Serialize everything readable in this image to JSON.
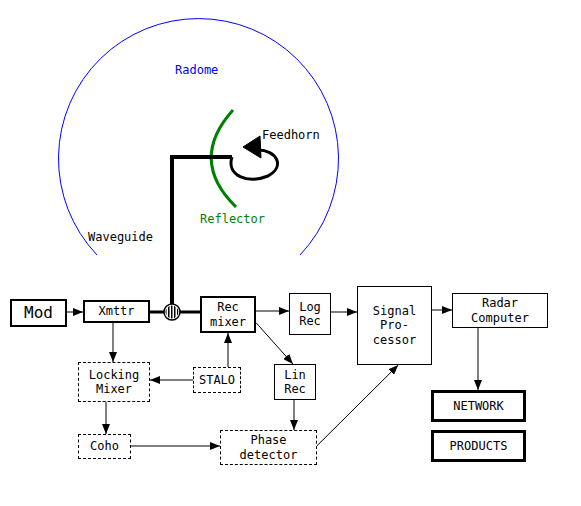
{
  "diagram": {
    "nodes": [
      {
        "text": [
          "Mod"
        ]
      },
      {
        "text": [
          "Xmttr"
        ]
      },
      {
        "text": [
          "Rec mixer"
        ]
      },
      {
        "text": [
          "Log Rec"
        ]
      },
      {
        "text": [
          "Signal Pro- cessor"
        ]
      },
      {
        "text": [
          "Radar Computer"
        ]
      },
      {
        "text": [
          "Locking Mixer"
        ]
      },
      {
        "text": [
          "STALO"
        ]
      },
      {
        "text": [
          "Lin Rec"
        ]
      },
      {
        "text": [
          "Coho"
        ]
      },
      {
        "text": [
          "Phase detector"
        ]
      },
      {
        "text": [
          "NETWORK"
        ]
      },
      {
        "text": [
          "PRODUCTS"
        ]
      }
    ],
    "edges": [
      {
        "from": 0,
        "to": 1,
        "arrow": "to"
      },
      {
        "from": 1,
        "to": 2,
        "arrow": "none"
      },
      {
        "from": 1,
        "to": 6,
        "arrow": "to"
      },
      {
        "from": 7,
        "to": 6,
        "arrow": "to"
      },
      {
        "from": 7,
        "to": 2,
        "arrow": "to"
      },
      {
        "from": 2,
        "to": 3,
        "arrow": "to"
      },
      {
        "from": 2,
        "to": 8,
        "arrow": "to"
      },
      {
        "from": 3,
        "to": 4,
        "arrow": "to"
      },
      {
        "from": 6,
        "to": 9,
        "arrow": "to"
      },
      {
        "from": 9,
        "to": 10,
        "arrow": "to"
      },
      {
        "from": 8,
        "to": 10,
        "arrow": "to"
      },
      {
        "from": 10,
        "to": 4,
        "arrow": "to"
      },
      {
        "from": 4,
        "to": 5,
        "arrow": "to"
      },
      {
        "from": 5,
        "to": 11,
        "arrow": "to"
      }
    ],
    "labels": [
      "Radome",
      "Feedhorn",
      "Reflector",
      "Waveguide"
    ]
  }
}
